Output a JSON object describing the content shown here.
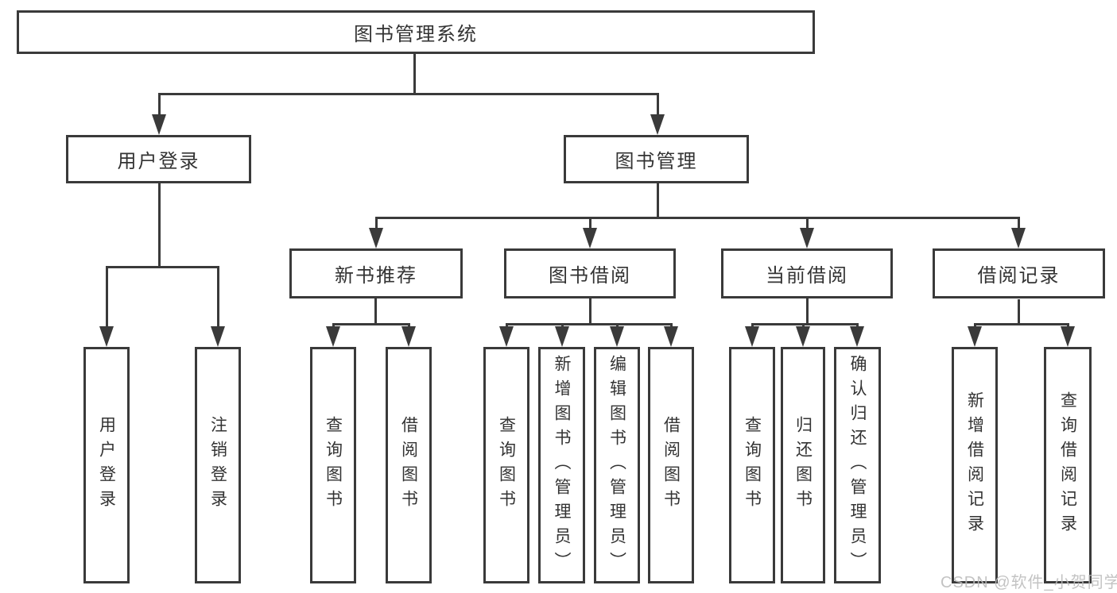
{
  "tree": {
    "label": "图书管理系统",
    "children": [
      {
        "label": "用户登录",
        "children": [
          {
            "label": "用户登录"
          },
          {
            "label": "注销登录"
          }
        ]
      },
      {
        "label": "图书管理",
        "children": [
          {
            "label": "新书推荐",
            "children": [
              {
                "label": "查询图书"
              },
              {
                "label": "借阅图书"
              }
            ]
          },
          {
            "label": "图书借阅",
            "children": [
              {
                "label": "查询图书"
              },
              {
                "label": "新增图书（管理员）"
              },
              {
                "label": "编辑图书（管理员）"
              },
              {
                "label": "借阅图书"
              }
            ]
          },
          {
            "label": "当前借阅",
            "children": [
              {
                "label": "查询图书"
              },
              {
                "label": "归还图书"
              },
              {
                "label": "确认归还（管理员）"
              }
            ]
          },
          {
            "label": "借阅记录",
            "children": [
              {
                "label": "新增借阅记录"
              },
              {
                "label": "查询借阅记录"
              }
            ]
          }
        ]
      }
    ]
  },
  "watermark": {
    "text": "CSDN @软件_小贺同学"
  },
  "colors": {
    "line": "#3a3a3a",
    "text": "#333333",
    "watermark": "#bbbbbb",
    "background": "#ffffff"
  }
}
